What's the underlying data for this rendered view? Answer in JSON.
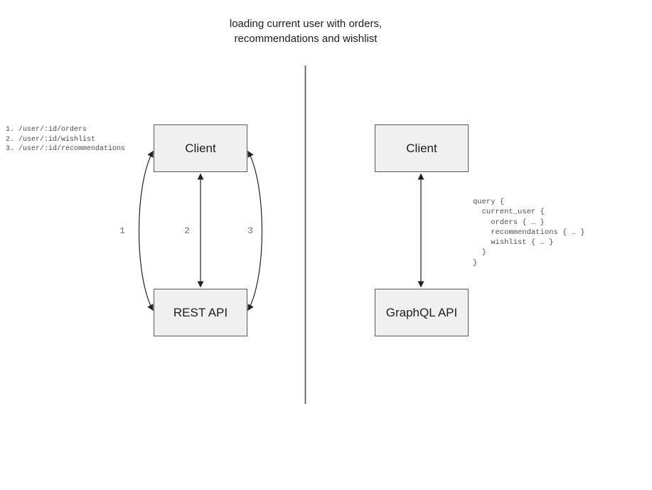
{
  "title": {
    "line1": "loading current user with orders,",
    "line2": "recommendations and wishlist"
  },
  "rest_side": {
    "client_label": "Client",
    "api_label": "REST API",
    "endpoints": [
      "1. /user/:id/orders",
      "2. /user/:id/wishlist",
      "3. /user/:id/recommendations"
    ],
    "arrow_labels": [
      "1",
      "2",
      "3"
    ]
  },
  "graphql_side": {
    "client_label": "Client",
    "api_label": "GraphQL API",
    "query_lines": [
      "query {",
      "  current_user {",
      "    orders { … }",
      "    recommendations { … }",
      "    wishlist { … }",
      "  }",
      "}"
    ]
  },
  "colors": {
    "box_fill": "#f0f0f0",
    "box_border": "#5a5a5a",
    "arrow_stroke": "#222222",
    "divider_stroke": "#5f5f5f",
    "mono_text": "#4a4a4a",
    "label_gray": "#6e6e6e",
    "title_text": "#1c1c1c"
  }
}
